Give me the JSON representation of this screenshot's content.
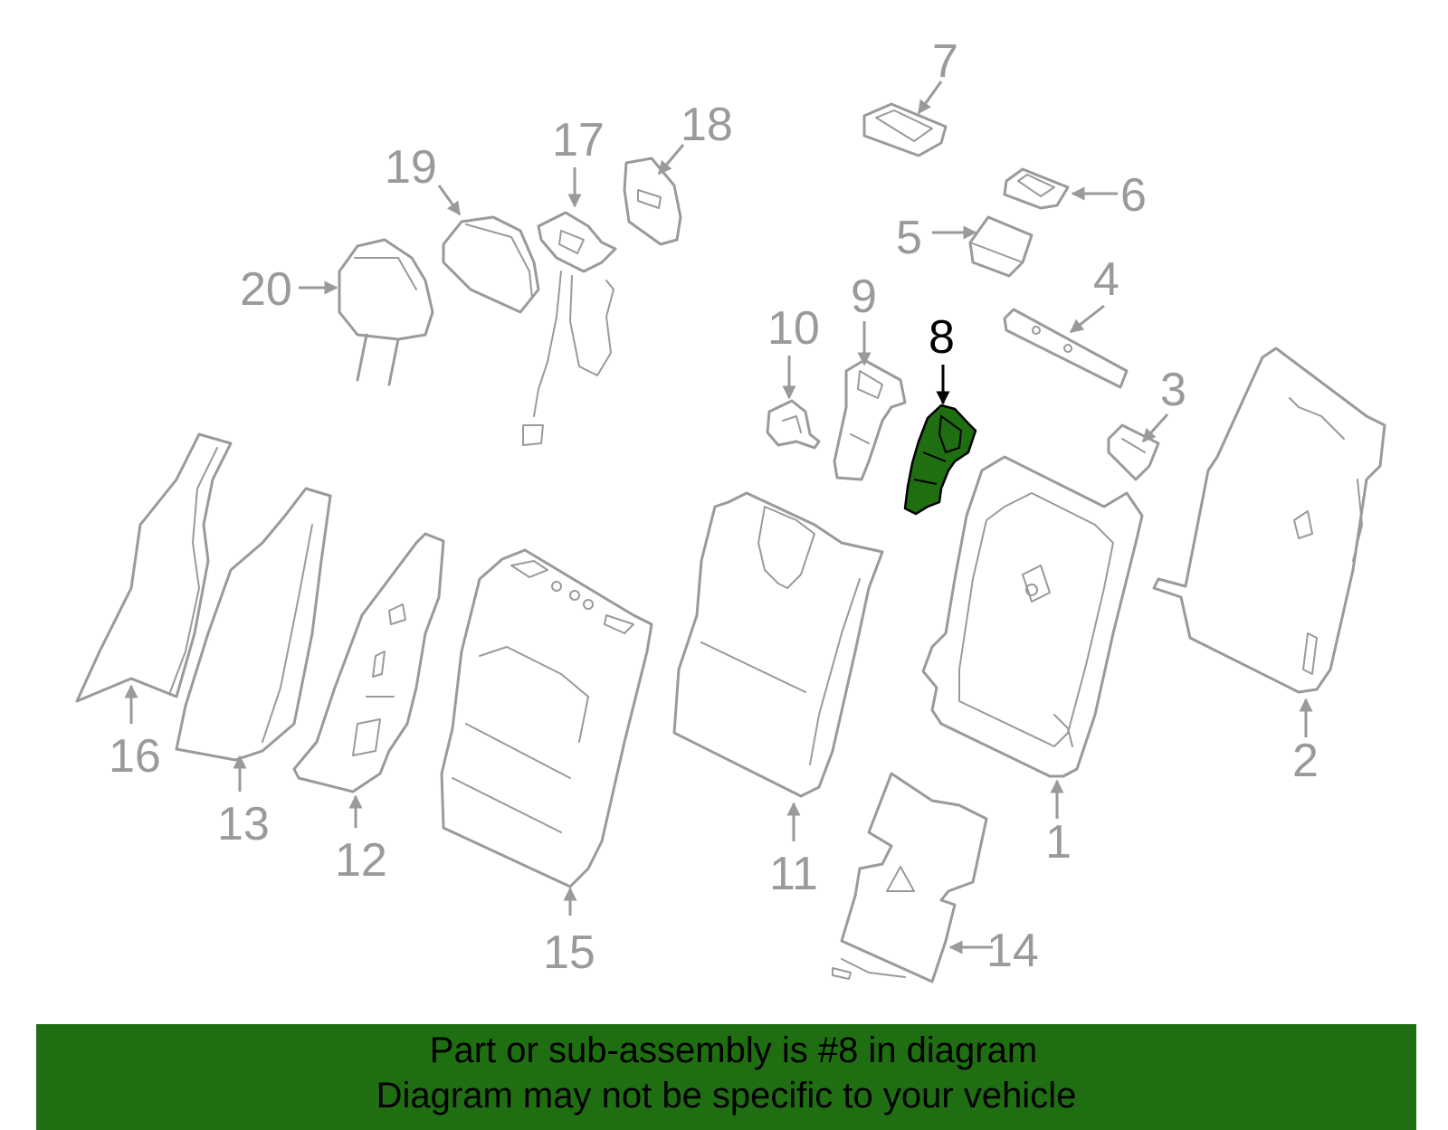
{
  "diagram": {
    "highlight_color": "#1f6e12",
    "highlighted_part": "8",
    "callouts": [
      "1",
      "2",
      "3",
      "4",
      "5",
      "6",
      "7",
      "8",
      "9",
      "10",
      "11",
      "12",
      "13",
      "14",
      "15",
      "16",
      "17",
      "18",
      "19",
      "20"
    ]
  },
  "banner": {
    "line1": "Part or sub-assembly is #8 in diagram",
    "line2": "Diagram may not be specific to your vehicle",
    "background": "#1f6e12"
  }
}
